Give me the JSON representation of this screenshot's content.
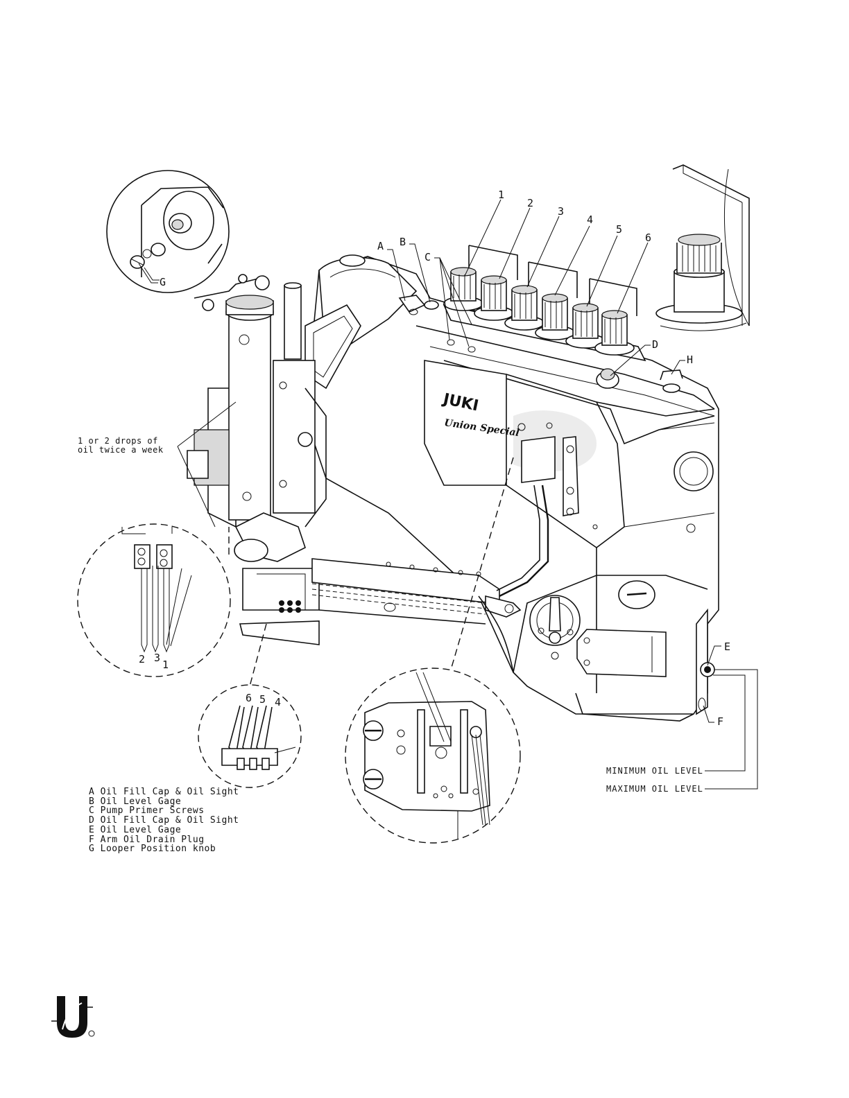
{
  "callouts": {
    "thread_1": "1",
    "thread_2": "2",
    "thread_3": "3",
    "thread_4": "4",
    "thread_5": "5",
    "thread_6": "6",
    "A": "A",
    "B": "B",
    "C": "C",
    "D": "D",
    "E": "E",
    "F": "F",
    "G": "G",
    "H": "H"
  },
  "needle_detail": {
    "n2": "2",
    "n3": "3",
    "n1": "1"
  },
  "looper_detail": {
    "l6": "6",
    "l5": "5",
    "l4": "4"
  },
  "brand": {
    "name": "JUKI",
    "script": "Union Special"
  },
  "note_lines": [
    "1 or 2 drops of",
    "oil twice a week"
  ],
  "oil_levels": {
    "minimum": "MINIMUM OIL LEVEL",
    "maximum": "MAXIMUM OIL LEVEL"
  },
  "legend": [
    "A Oil Fill Cap & Oil Sight",
    "B Oil Level Gage",
    "C Pump Primer Screws",
    "D Oil Fill Cap & Oil Sight",
    "E Oil Level Gage",
    "F Arm Oil Drain Plug",
    "G Looper Position knob"
  ],
  "colors": {
    "ink": "#111111",
    "paper": "#ffffff",
    "shade": "#d9d9d9"
  }
}
